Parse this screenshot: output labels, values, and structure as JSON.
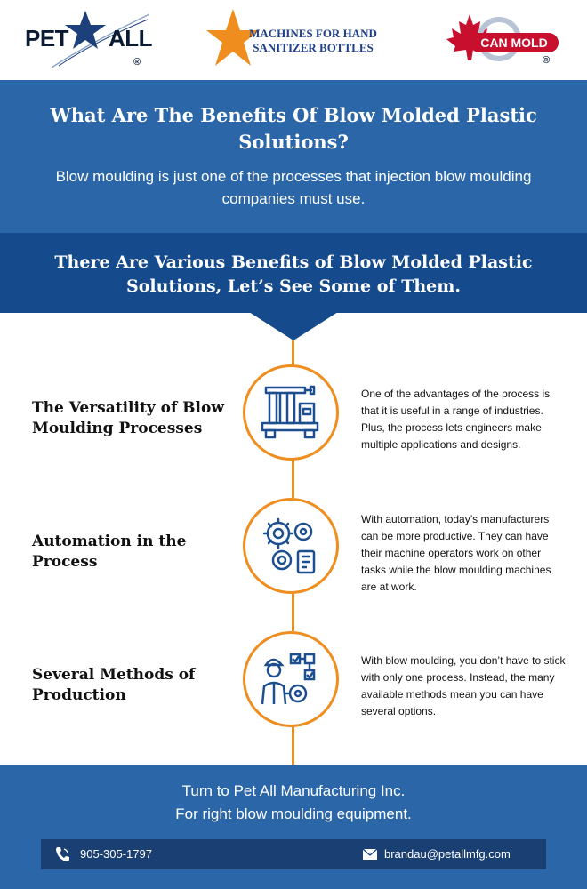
{
  "logos": {
    "left": {
      "text_1": "PET",
      "text_2": "ALL",
      "registered": "®"
    },
    "center": {
      "line_1": "MACHINES FOR HAND",
      "line_2": "SANITIZER BOTTLES"
    },
    "right": {
      "text": "CAN MOLD",
      "registered": "®"
    }
  },
  "header": {
    "title": "What Are The Benefits Of Blow Molded Plastic Solutions?",
    "subtitle": "Blow moulding is just one of the processes that injection blow moulding companies must use."
  },
  "band": {
    "text": "There Are Various Benefits of Blow Molded Plastic Solutions, Let’s See Some of Them."
  },
  "benefits": [
    {
      "title": "The Versatility of Blow Moulding Processes",
      "description": "One of the advantages of the process is that it is useful in a range of industries. Plus, the process lets engineers make multiple applications and designs.",
      "icon": "machine-icon"
    },
    {
      "title": "Automation in the Process",
      "description": "With automation, today’s manufacturers can be more productive. They can have their machine operators work on other tasks while the blow moulding machines are at work.",
      "icon": "gears-automation-icon"
    },
    {
      "title": "Several Methods of Production",
      "description": "With blow moulding, you don’t have to stick with only one process. Instead, the many available methods mean you can have several options.",
      "icon": "worker-checklist-icon"
    }
  ],
  "footer": {
    "line_1": "Turn to Pet All Manufacturing Inc.",
    "line_2": "For right blow moulding equipment.",
    "phone": "905-305-1797",
    "email": "brandau@petallmfg.com"
  },
  "colors": {
    "header_blue": "#2a66a8",
    "band_blue": "#154b8c",
    "accent_orange": "#ef8e1f",
    "icon_blue": "#1d4f8f",
    "contact_bar": "#1a3f73"
  }
}
